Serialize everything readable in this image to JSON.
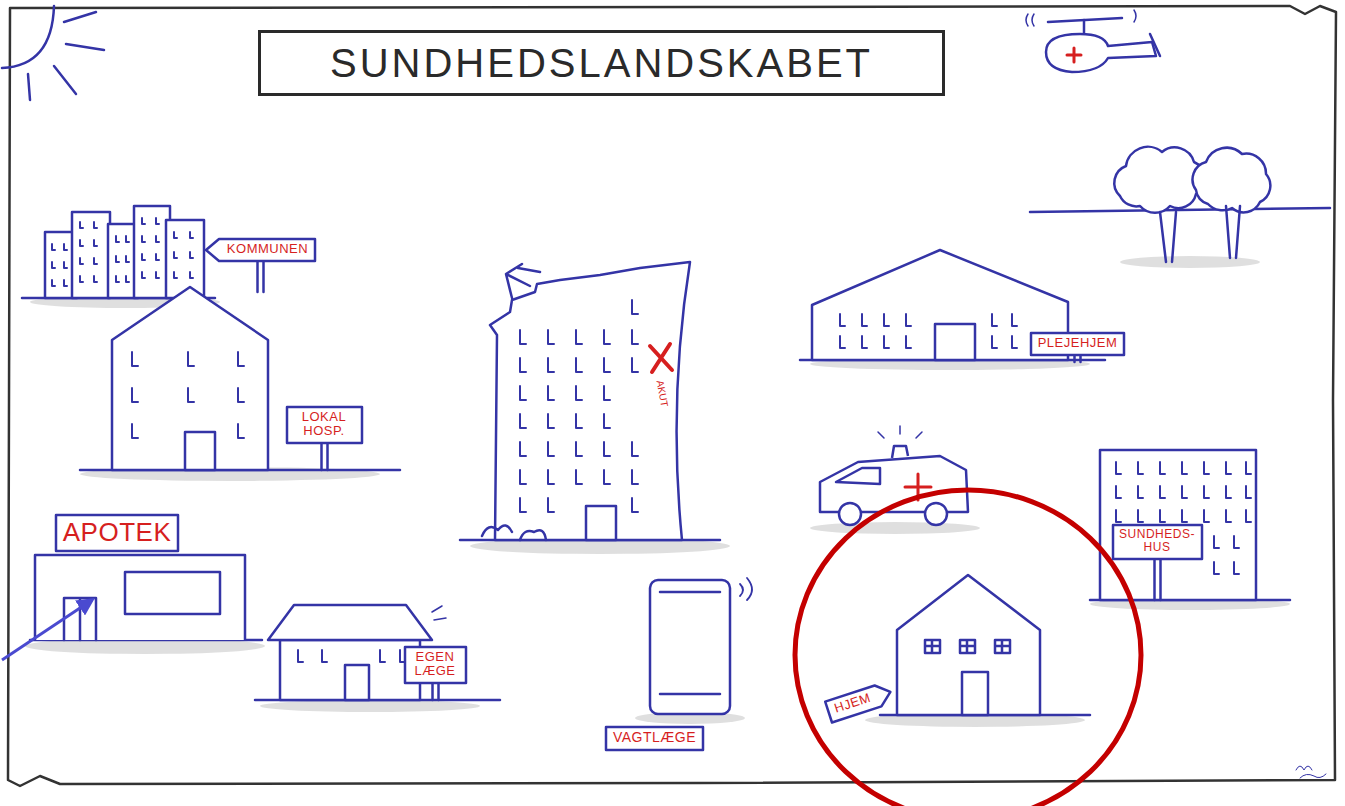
{
  "diagram": {
    "title": "SUNDHEDSLANDSKABET",
    "nodes": [
      {
        "text": [
          "KOMMUNEN"
        ]
      },
      {
        "text": [
          "PLEJEHJEM"
        ]
      },
      {
        "text": [
          "LOKAL HOSP."
        ]
      },
      {
        "text": [
          "APOTEK"
        ]
      },
      {
        "text": [
          "SUNDHEDS-HUS"
        ]
      },
      {
        "text": [
          "EGEN LÆGE"
        ]
      },
      {
        "text": [
          "HJEM"
        ]
      },
      {
        "text": [
          "VAGTLÆGE"
        ]
      }
    ],
    "labels": [
      "AKUT"
    ]
  }
}
